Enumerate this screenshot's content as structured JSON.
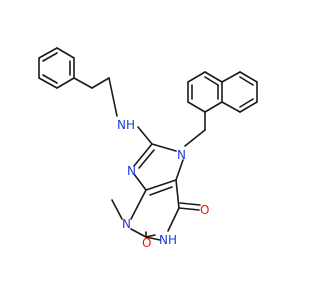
{
  "molecule": {
    "atoms": {
      "nh_amine": "NH",
      "n7": "N",
      "n9": "N",
      "n3": "N",
      "nh_1": "NH",
      "o6": "O",
      "o2": "O"
    },
    "colors": {
      "nitrogen": "#1f3bd6",
      "oxygen": "#ff0d0d",
      "carbon_bond": "#1a1a1a",
      "background": "#ffffff"
    }
  }
}
